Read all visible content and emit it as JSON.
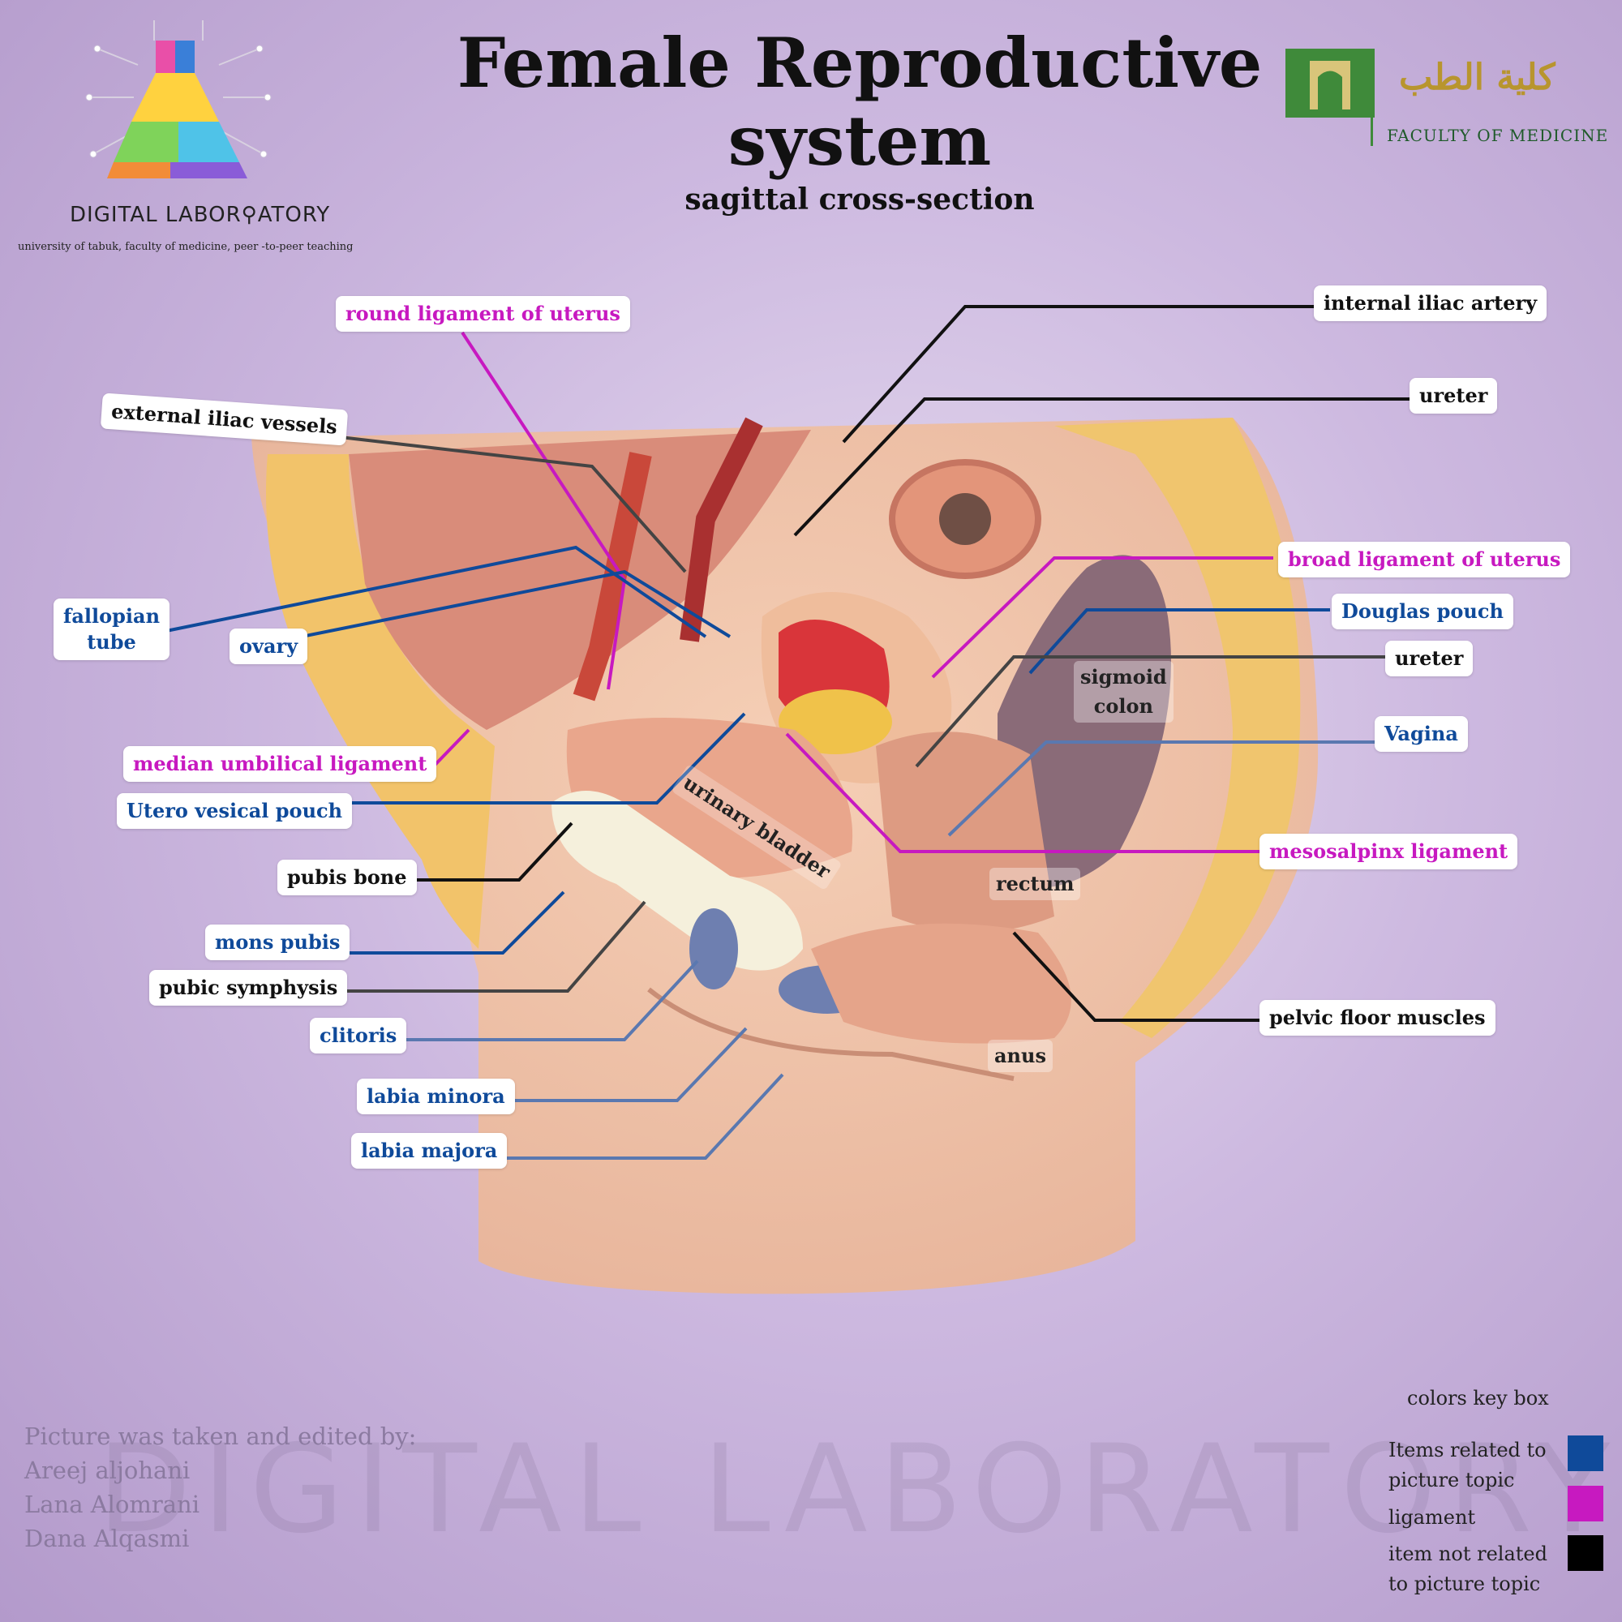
{
  "header": {
    "title_line1": "Female Reproductive",
    "title_line2": "system",
    "subtitle": "sagittal cross-section",
    "brand_name": "DIGITAL LABOR⚲ATORY",
    "brand_sub": "university of tabuk, faculty of medicine, peer -to-peer teaching",
    "faculty": "FACULTY OF MEDICINE",
    "faculty_arabic": "كلية الطب"
  },
  "watermark": "DIGITAL LABORATORY",
  "colors": {
    "topic": "#0f4a9a",
    "ligament": "#c719c0",
    "other": "#111111"
  },
  "labels": {
    "round_ligament": "round ligament of uterus",
    "internal_iliac": "internal iliac artery",
    "ureter_top": "ureter",
    "external_iliac": "external iliac vessels",
    "broad_ligament": "broad ligament of uterus",
    "douglas": "Douglas pouch",
    "fallopian_1": "fallopian",
    "fallopian_2": "tube",
    "ovary": "ovary",
    "ureter_mid": "ureter",
    "sigmoid_1": "sigmoid",
    "sigmoid_2": "colon",
    "vagina": "Vagina",
    "median_umbilical": "median umbilical ligament",
    "utero_vesical": "Utero vesical pouch",
    "urinary_bladder": "urinary bladder",
    "mesosalpinx": "mesosalpinx ligament",
    "pubis_bone": "pubis bone",
    "rectum": "rectum",
    "mons_pubis": "mons pubis",
    "pubic_symphysis": "pubic symphysis",
    "pelvic_floor": "pelvic floor muscles",
    "clitoris": "clitoris",
    "anus": "anus",
    "labia_minora": "labia minora",
    "labia_majora": "labia majora"
  },
  "credits": {
    "line1": "Picture was taken and edited by:",
    "line2": "Areej aljohani",
    "line3": "Lana Alomrani",
    "line4": "Dana Alqasmi"
  },
  "key": {
    "title": "colors key box",
    "topic_1": "Items related to",
    "topic_2": "picture topic",
    "ligament": "ligament",
    "other_1": "item not related",
    "other_2": "to picture topic"
  }
}
